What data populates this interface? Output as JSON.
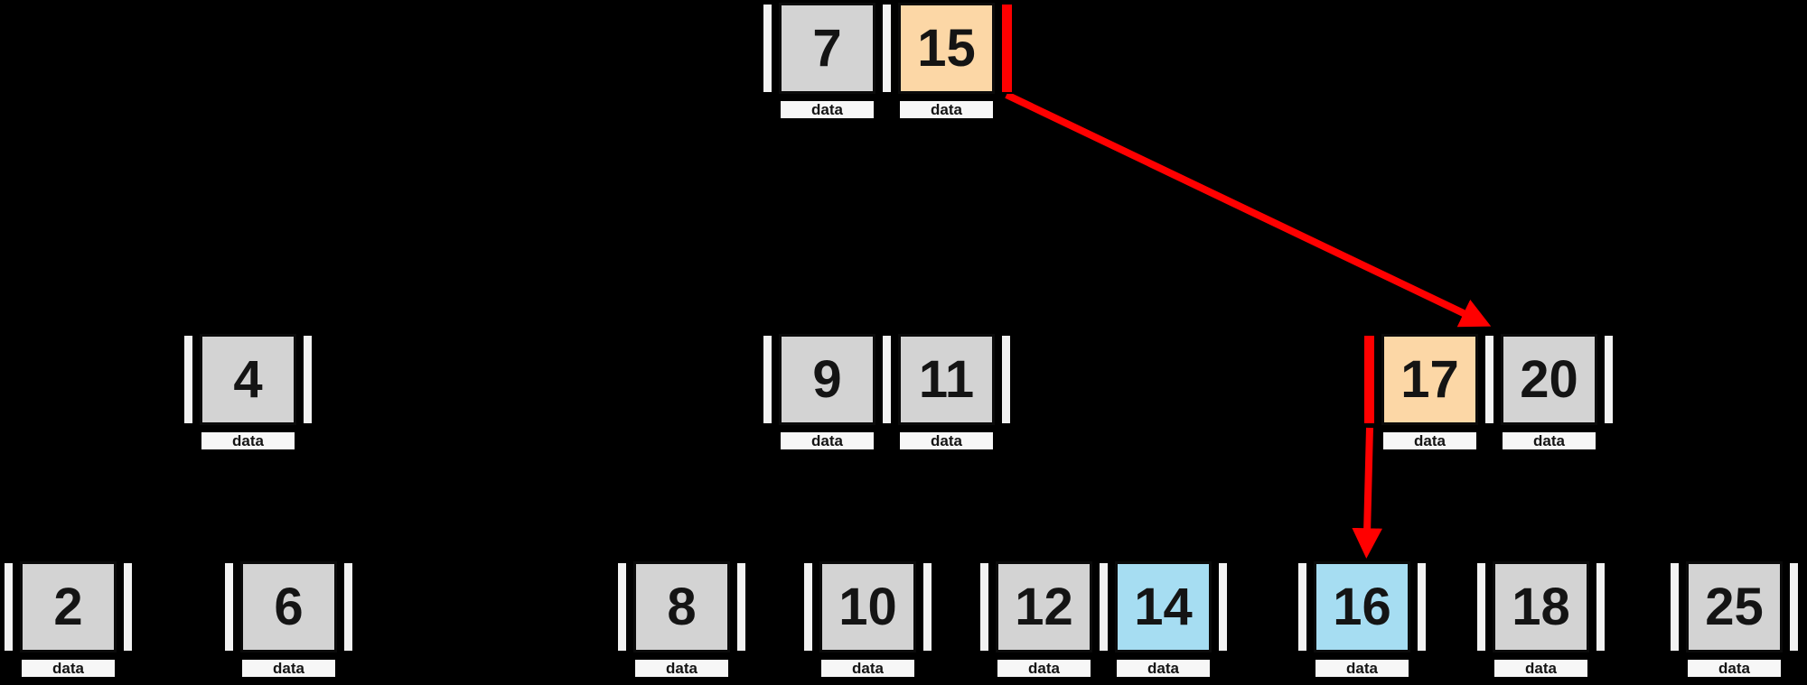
{
  "labels": {
    "data": "data"
  },
  "colors": {
    "background": "#000000",
    "key_default": "#d3d3d3",
    "key_visited": "#fcd7a6",
    "key_result": "#a6ddf2",
    "pointer_default": "#f2f2f2",
    "pointer_followed": "#ff0000",
    "arrow": "#ff0000",
    "cell_border": "#000000",
    "data_box": "#f7f7f7",
    "text": "#141414"
  },
  "nodes": {
    "root": {
      "level": 0,
      "keys": [
        {
          "value": "7",
          "state": "default"
        },
        {
          "value": "15",
          "state": "visited"
        }
      ],
      "pointers": [
        "default",
        "default",
        "followed"
      ]
    },
    "n4": {
      "level": 1,
      "keys": [
        {
          "value": "4",
          "state": "default"
        }
      ],
      "pointers": [
        "default",
        "default"
      ]
    },
    "n9_11": {
      "level": 1,
      "keys": [
        {
          "value": "9",
          "state": "default"
        },
        {
          "value": "11",
          "state": "default"
        }
      ],
      "pointers": [
        "default",
        "default",
        "default"
      ]
    },
    "n17_20": {
      "level": 1,
      "keys": [
        {
          "value": "17",
          "state": "visited"
        },
        {
          "value": "20",
          "state": "default"
        }
      ],
      "pointers": [
        "followed",
        "default",
        "default"
      ]
    },
    "n2": {
      "level": 2,
      "keys": [
        {
          "value": "2",
          "state": "default"
        }
      ],
      "pointers": [
        "default",
        "default"
      ]
    },
    "n6": {
      "level": 2,
      "keys": [
        {
          "value": "6",
          "state": "default"
        }
      ],
      "pointers": [
        "default",
        "default"
      ]
    },
    "n8": {
      "level": 2,
      "keys": [
        {
          "value": "8",
          "state": "default"
        }
      ],
      "pointers": [
        "default",
        "default"
      ]
    },
    "n10": {
      "level": 2,
      "keys": [
        {
          "value": "10",
          "state": "default"
        }
      ],
      "pointers": [
        "default",
        "default"
      ]
    },
    "n12_14": {
      "level": 2,
      "keys": [
        {
          "value": "12",
          "state": "default"
        },
        {
          "value": "14",
          "state": "result"
        }
      ],
      "pointers": [
        "default",
        "default",
        "default"
      ]
    },
    "n16": {
      "level": 2,
      "keys": [
        {
          "value": "16",
          "state": "result"
        }
      ],
      "pointers": [
        "default",
        "default"
      ]
    },
    "n18": {
      "level": 2,
      "keys": [
        {
          "value": "18",
          "state": "default"
        }
      ],
      "pointers": [
        "default",
        "default"
      ]
    },
    "n25": {
      "level": 2,
      "keys": [
        {
          "value": "25",
          "state": "default"
        }
      ],
      "pointers": [
        "default",
        "default"
      ]
    }
  },
  "arrows": [
    {
      "from": "root-right-pointer",
      "to": "node-17-20-top"
    },
    {
      "from": "node-17-20-left-pointer",
      "to": "leaf-16-top"
    }
  ]
}
